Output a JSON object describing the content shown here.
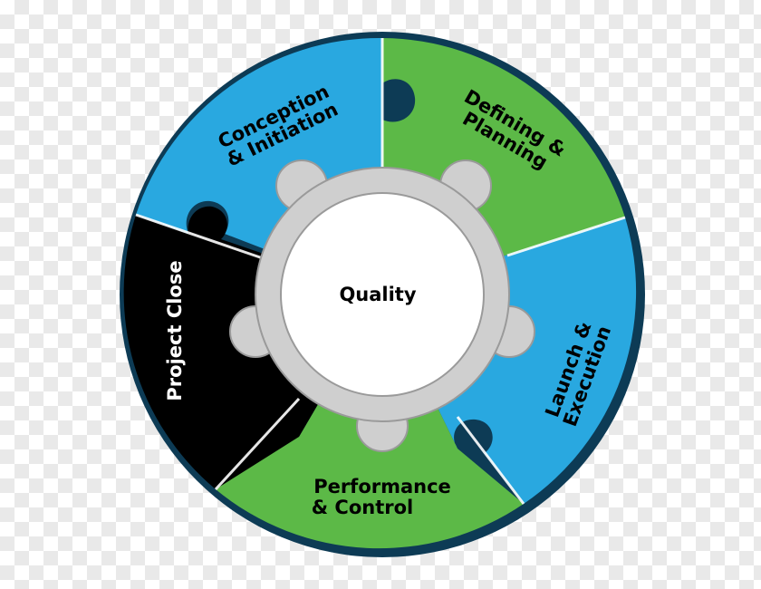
{
  "center": {
    "label": "Quality"
  },
  "segments": [
    {
      "id": "conception",
      "line1": "Conception",
      "line2": "& Initiation",
      "color": "#29a8e0"
    },
    {
      "id": "defining",
      "line1": "Defining &",
      "line2": "Planning",
      "color": "#5cb947"
    },
    {
      "id": "launch",
      "line1": "Launch &",
      "line2": "Execution",
      "color": "#29a8e0"
    },
    {
      "id": "performance",
      "line1": "Performance",
      "line2": "& Control",
      "color": "#5cb947"
    },
    {
      "id": "close",
      "line1": "Project Close",
      "line2": "",
      "color": "#000000"
    }
  ],
  "colors": {
    "ring_outer": "#0d3b55",
    "gear": "#cfcfcf",
    "gear_stroke": "#9a9a9a",
    "hub": "#ffffff"
  }
}
